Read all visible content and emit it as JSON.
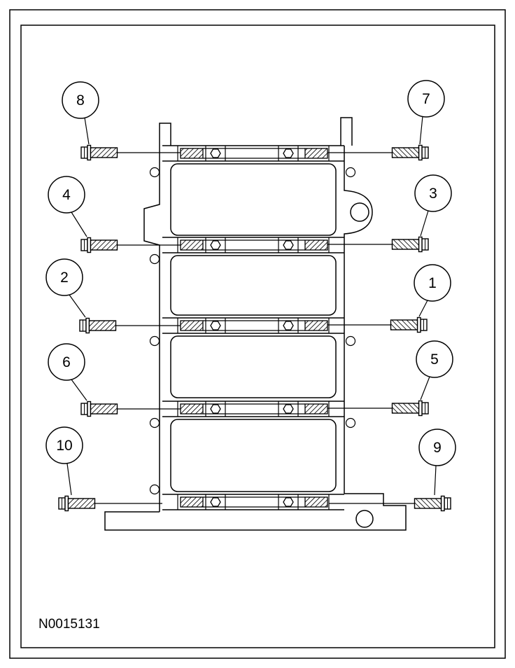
{
  "figure": {
    "code": "N0015131"
  },
  "callouts": {
    "c1": {
      "label": "1"
    },
    "c2": {
      "label": "2"
    },
    "c3": {
      "label": "3"
    },
    "c4": {
      "label": "4"
    },
    "c5": {
      "label": "5"
    },
    "c6": {
      "label": "6"
    },
    "c7": {
      "label": "7"
    },
    "c8": {
      "label": "8"
    },
    "c9": {
      "label": "9"
    },
    "c10": {
      "label": "10"
    }
  },
  "colors": {
    "line": "#000000",
    "background": "#ffffff"
  }
}
